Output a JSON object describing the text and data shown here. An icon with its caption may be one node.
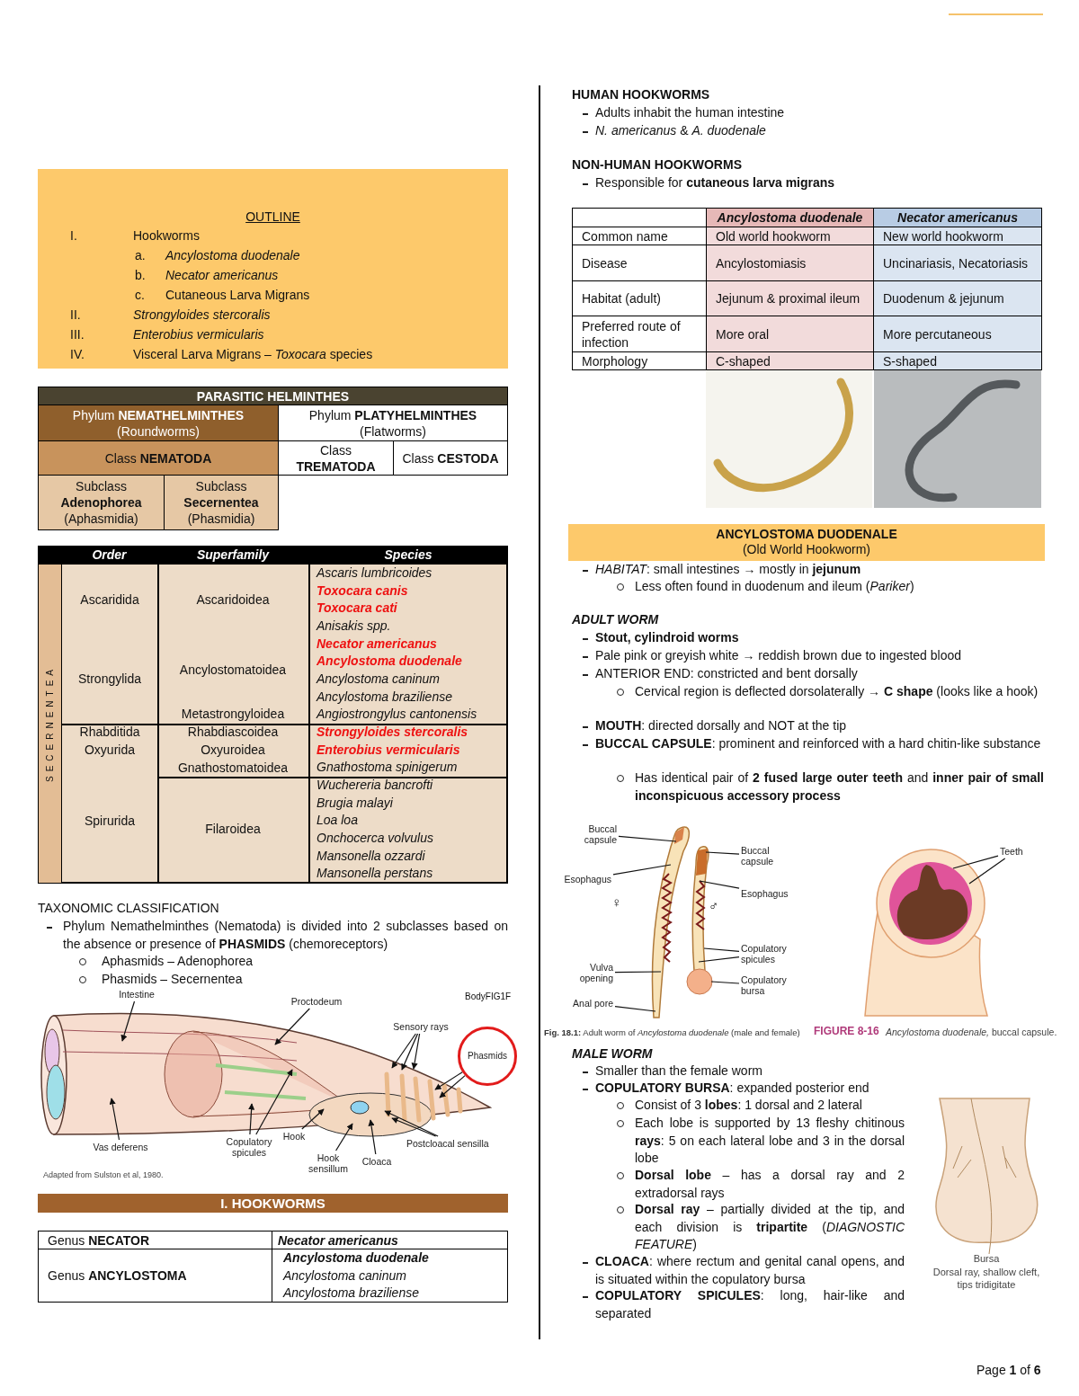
{
  "diagram": {
    "nodes": [
      {
        "text": [
          "Intestine"
        ]
      },
      {
        "text": [
          "Proctodeum"
        ]
      },
      {
        "text": [
          "Sensory rays"
        ]
      },
      {
        "text": [
          "Phasmids"
        ]
      },
      {
        "text": [
          "Vas deferens"
        ]
      },
      {
        "text": [
          "Copulatory spicules"
        ]
      },
      {
        "text": [
          "Hook"
        ]
      },
      {
        "text": [
          "Hook sensillum"
        ]
      },
      {
        "text": [
          "Cloaca"
        ]
      },
      {
        "text": [
          "Postcloacal sensilla"
        ]
      },
      {
        "text": [
          "Buccal capsule"
        ]
      },
      {
        "text": [
          "Esophagus"
        ]
      },
      {
        "text": [
          "Vulva opening"
        ]
      },
      {
        "text": [
          "Anal pore"
        ]
      },
      {
        "text": [
          "Buccal capsule"
        ]
      },
      {
        "text": [
          "Esophagus"
        ]
      },
      {
        "text": [
          "Copulatory spicules"
        ]
      },
      {
        "text": [
          "Copulatory bursa"
        ]
      },
      {
        "text": [
          "Teeth"
        ]
      }
    ],
    "edges": [
      {
        "from": 0,
        "to": null,
        "arrow": "to"
      },
      {
        "from": 1,
        "to": null,
        "arrow": "to"
      },
      {
        "from": 2,
        "to": null,
        "arrow": "to"
      },
      {
        "from": 2,
        "to": null,
        "arrow": "to"
      },
      {
        "from": 2,
        "to": null,
        "arrow": "to"
      },
      {
        "from": 3,
        "to": null,
        "arrow": "to"
      },
      {
        "from": 3,
        "to": null,
        "arrow": "to"
      },
      {
        "from": 4,
        "to": null,
        "arrow": "to"
      },
      {
        "from": 5,
        "to": null,
        "arrow": "to"
      },
      {
        "from": 5,
        "to": null,
        "arrow": "to"
      },
      {
        "from": 6,
        "to": null,
        "arrow": "to"
      },
      {
        "from": 7,
        "to": null,
        "arrow": "to"
      },
      {
        "from": 8,
        "to": null,
        "arrow": "to"
      },
      {
        "from": 9,
        "to": null,
        "arrow": "to"
      },
      {
        "from": 9,
        "to": null,
        "arrow": "to"
      },
      {
        "from": 10,
        "to": null,
        "arrow": "none"
      },
      {
        "from": 11,
        "to": null,
        "arrow": "none"
      },
      {
        "from": 12,
        "to": null,
        "arrow": "none"
      },
      {
        "from": 13,
        "to": null,
        "arrow": "none"
      },
      {
        "from": 14,
        "to": null,
        "arrow": "none"
      },
      {
        "from": 15,
        "to": null,
        "arrow": "none"
      },
      {
        "from": 16,
        "to": null,
        "arrow": "none"
      },
      {
        "from": 16,
        "to": null,
        "arrow": "none"
      },
      {
        "from": 17,
        "to": null,
        "arrow": "none"
      },
      {
        "from": 18,
        "to": null,
        "arrow": "none"
      },
      {
        "from": 18,
        "to": null,
        "arrow": "none"
      }
    ],
    "labels": [
      "OUTLINE",
      "I.",
      "Hookworms",
      "a.",
      "Ancylostoma duodenale",
      "b.",
      "Necator americanus",
      "c.",
      "Cutaneous Larva Migrans",
      "II.",
      "Strongyloides stercoralis",
      "III.",
      "Enterobius vermicularis",
      "IV.",
      "Visceral Larva Migrans – *Toxocara* species",
      "PARASITIC HELMINTHES",
      "Phylum **NEMATHELMINTHES** (Roundworms)",
      "Phylum **PLATYHELMINTHES** (Flatworms)",
      "Class **NEMATODA**",
      "Class **TREMATODA**",
      "Class **CESTODA**",
      "Subclass **Adenophorea** (Aphasmidia)",
      "Subclass **Secernentea** (Phasmidia)",
      "Order",
      "Superfamily",
      "Species",
      "SECERNENTEA",
      "Ascaridida",
      "Ascaridoidea",
      "Ascaris lumbricoides",
      "Toxocara canis",
      "Toxocara cati",
      "Anisakis spp.",
      "Strongylida",
      "Ancylostomatoidea",
      "Necator americanus",
      "Ancylostoma duodenale",
      "Ancylostoma caninum",
      "Ancylostoma braziliense",
      "Metastrongyloidea",
      "Angiostrongylus cantonensis",
      "Rhabditida",
      "Rhabdiascoidea",
      "Strongyloides stercoralis",
      "Oxyurida",
      "Oxyuroidea",
      "Enterobius vermicularis",
      "Gnathostomatoidea",
      "Gnathostoma spinigerum",
      "Spirurida",
      "Filaroidea",
      "Wuchereria bancrofti",
      "Brugia malayi",
      "Loa loa",
      "Onchocerca volvulus",
      "Mansonella ozzardi",
      "Mansonella perstans",
      "TAXONOMIC CLASSIFICATION",
      "Phylum Nemathelminthes (Nematoda) is divided into 2 subclasses based on the absence or presence of **PHASMIDS** (chemoreceptors)",
      "Aphasmids – Adenophorea",
      "Phasmids – Secernentea",
      "BodyFIG1F",
      "Adapted from Sulston et al, 1980.",
      "I. HOOKWORMS",
      "Genus **NECATOR**",
      "Necator americanus",
      "Genus **ANCYLOSTOMA**",
      "Ancylostoma duodenale",
      "Ancylostoma caninum",
      "Ancylostoma braziliense",
      "HUMAN HOOKWORMS",
      "Adults inhabit the human intestine",
      "*N. americanus* & *A. duodenale*",
      "NON-HUMAN HOOKWORMS",
      "Responsible for **cutaneous larva migrans**",
      "Ancylostoma duodenale",
      "Necator americanus",
      "Common name",
      "Old world hookworm",
      "New world hookworm",
      "Disease",
      "Ancylostomiasis",
      "Uncinariasis, Necatoriasis",
      "Habitat (adult)",
      "Jejunum & proximal ileum",
      "Duodenum & jejunum",
      "Preferred route of infection",
      "More oral",
      "More percutaneous",
      "Morphology",
      "C-shaped",
      "S-shaped",
      "ANCYLOSTOMA DUODENALE",
      "(Old World Hookworm)",
      "*HABITAT*: small intestines → mostly in **jejunum**",
      "Less often found in duodenum and ileum (*Pariker*)",
      "ADULT WORM",
      "Stout, cylindroid worms",
      "Pale pink or greyish white → reddish brown due to ingested blood",
      "ANTERIOR END: constricted and bent dorsally",
      "Cervical region is deflected dorsolaterally → **C shape** (looks like a hook)",
      "**MOUTH**: directed dorsally and NOT at the tip",
      "**BUCCAL CAPSULE**: prominent and reinforced with a hard chitin-like substance",
      "Has identical pair of **2 fused large outer teeth** and **inner pair of small inconspicuous accessory process**",
      "♀",
      "♂",
      "**Fig. 18.1:** Adult worm of *Ancylostoma duodenale* (male and female)",
      "FIGURE 8-16",
      "*Ancylostoma duodenale,* buccal capsule.",
      "MALE WORM",
      "Smaller than the female worm",
      "**COPULATORY BURSA**: expanded posterior end",
      "Consist of 3 **lobes**: 1 dorsal and 2 lateral",
      "Each lobe is supported by 13 fleshy chitinous **rays**: 5 on each lateral lobe and 3 in the dorsal lobe",
      "**Dorsal lobe** – has a dorsal ray and 2 extradorsal rays",
      "**Dorsal ray** – partially divided at the tip, and each division is **tripartite** (*DIAGNOSTIC FEATURE*)",
      "**CLOACA**: where rectum and genital canal opens, and is situated within the copulatory bursa",
      "**COPULATORY SPICULES**: long, hair-like and separated",
      "Bursa",
      "Dorsal ray, shallow cleft, tips tridigitate",
      "Page **1** of **6**"
    ]
  }
}
